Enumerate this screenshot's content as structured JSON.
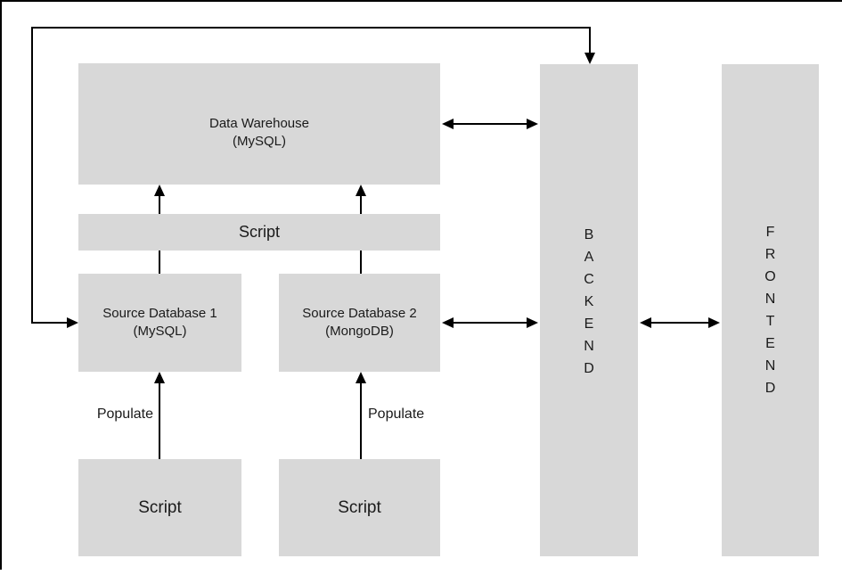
{
  "diagram": {
    "nodes": {
      "data_warehouse": {
        "line1": "Data Warehouse",
        "line2": "(MySQL)"
      },
      "etl_script": {
        "label": "Script"
      },
      "source_database_1": {
        "line1": "Source Database 1",
        "line2": "(MySQL)"
      },
      "source_database_2": {
        "line1": "Source Database 2",
        "line2": "(MongoDB)"
      },
      "populate_script_1": {
        "label": "Script"
      },
      "populate_script_2": {
        "label": "Script"
      },
      "backend": {
        "label": "BACKEND"
      },
      "frontend": {
        "label": "FRONTEND"
      }
    },
    "edge_labels": {
      "populate_1": "Populate",
      "populate_2": "Populate"
    },
    "colors": {
      "node_fill": "#d8d8d8",
      "line": "#000000",
      "text": "#1a1a1a",
      "frame": "#000000"
    }
  }
}
